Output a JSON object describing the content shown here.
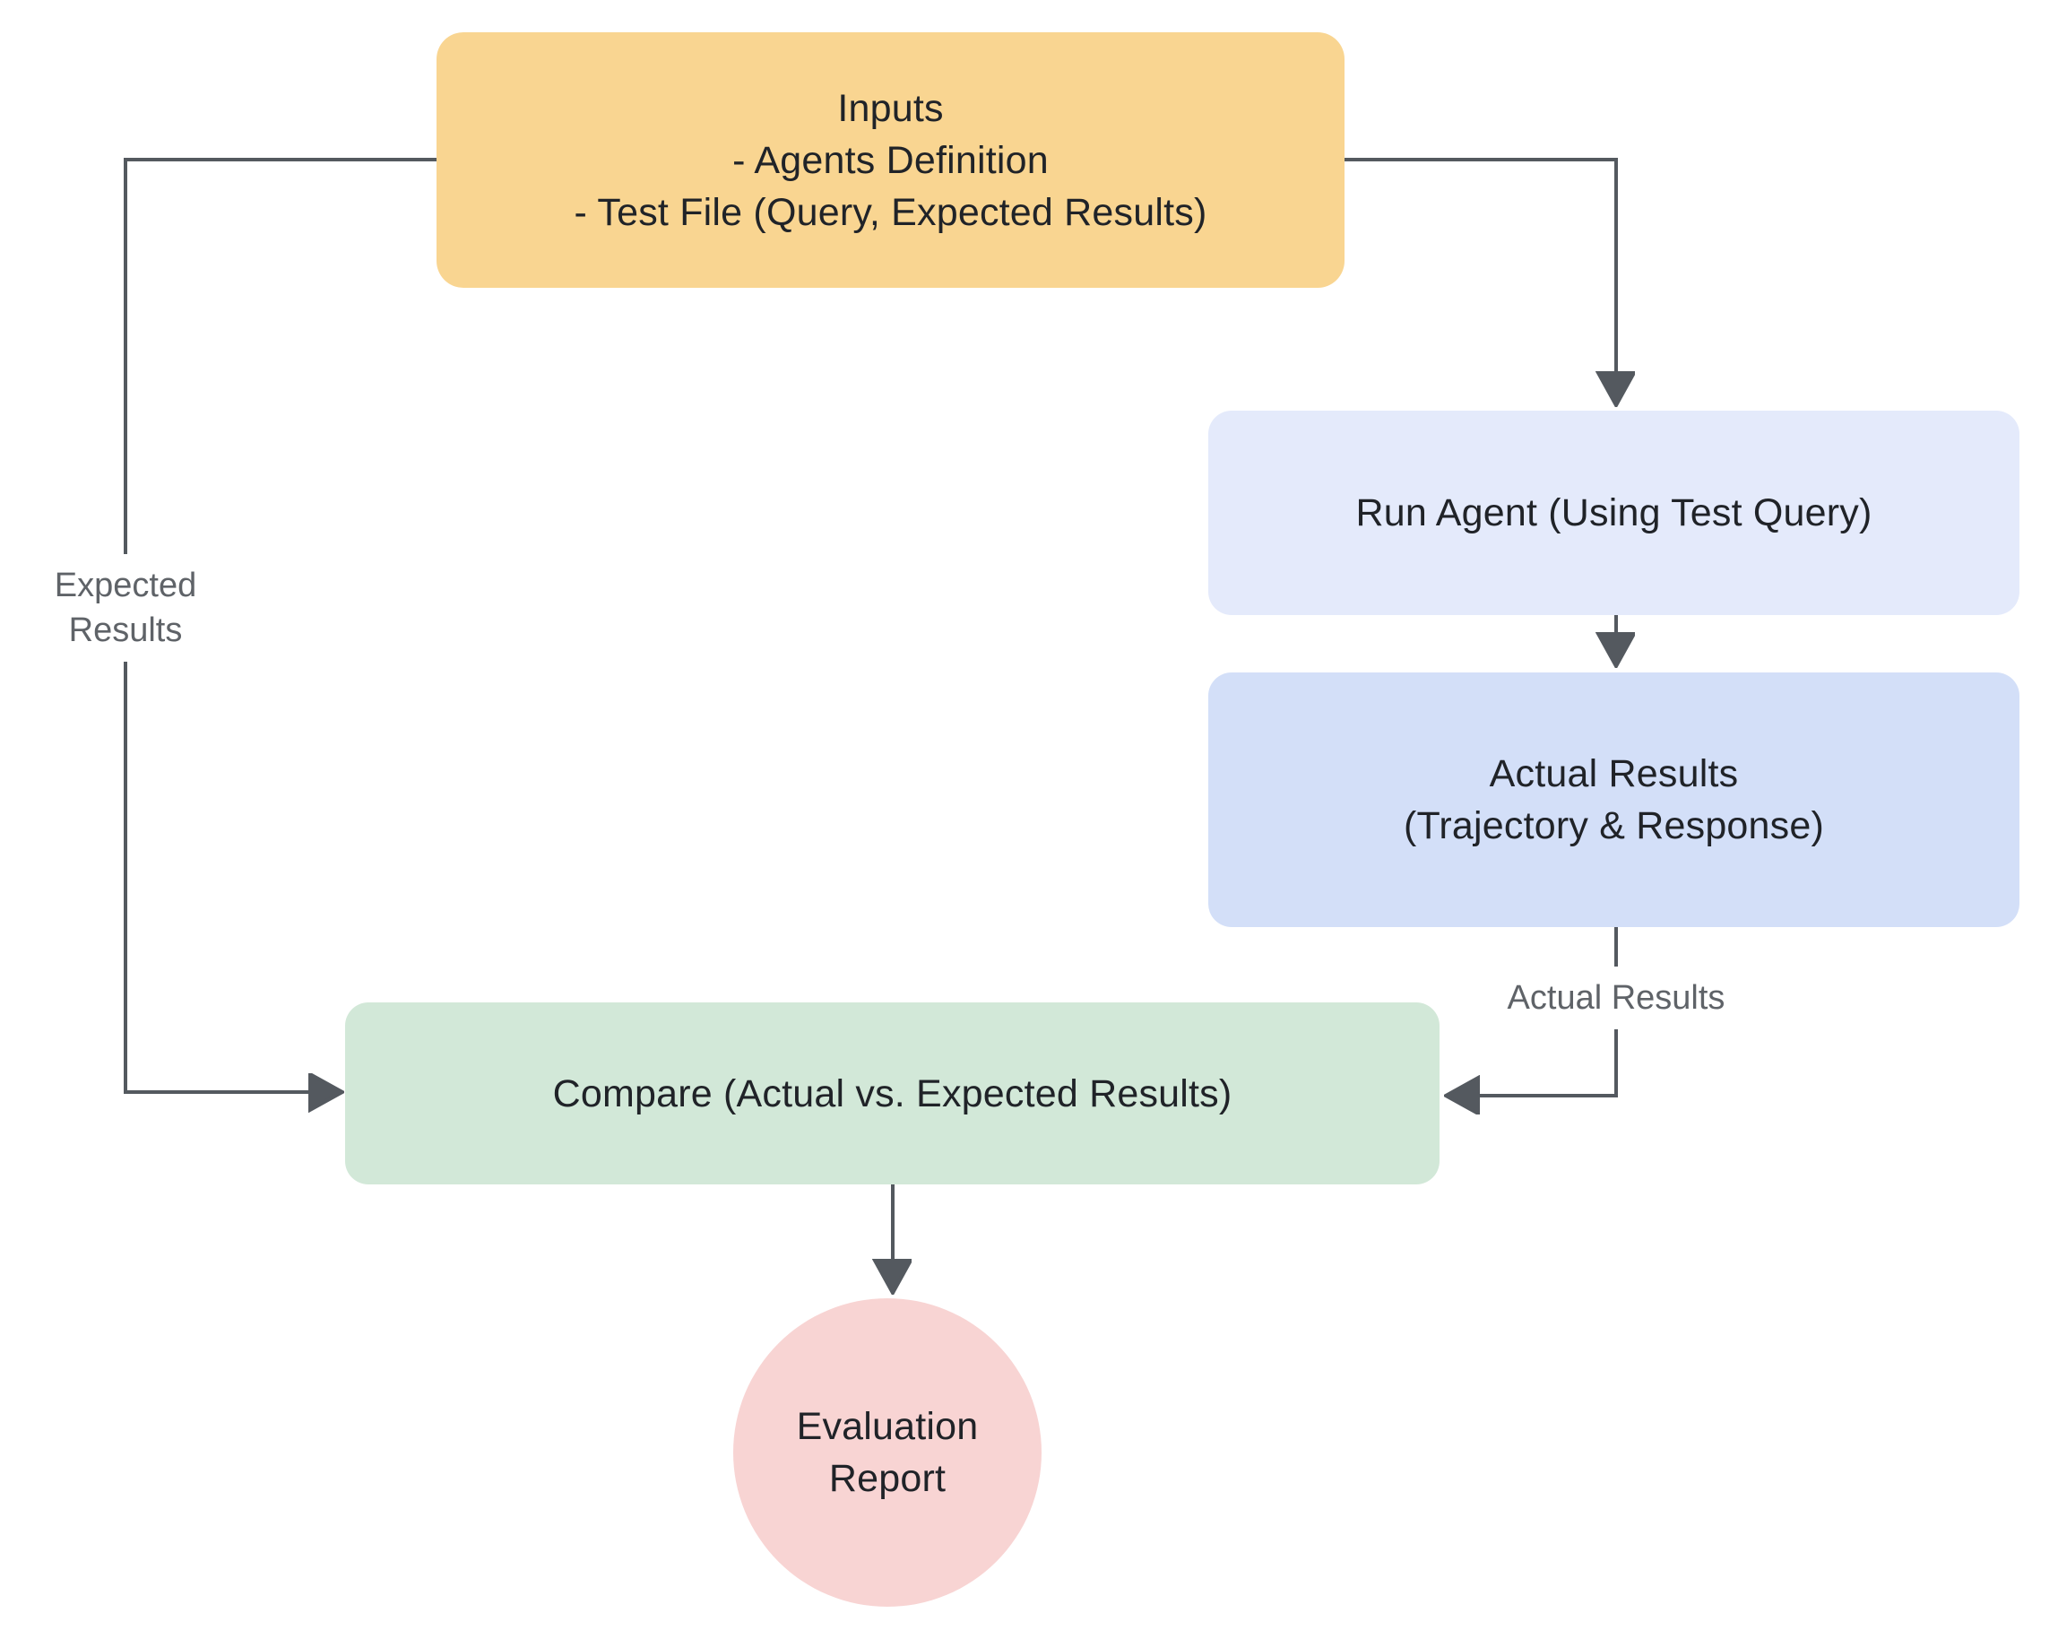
{
  "colors": {
    "background": "#FFFFFF",
    "edge": "#54595F",
    "edge-label-text": "#5F6368",
    "node-text": "#202328",
    "node-inputs-bg": "#F9D591",
    "node-run-agent-bg": "#E4EAFB",
    "node-actual-results-bg": "#D3DFF8",
    "node-compare-bg": "#D2E8D8",
    "node-report-bg": "#F8D4D3"
  },
  "nodes": {
    "inputs": {
      "line1": "Inputs",
      "line2": "- Agents Definition",
      "line3": "- Test File (Query, Expected Results)"
    },
    "run_agent": {
      "line1": "Run Agent (Using Test Query)"
    },
    "actual_results": {
      "line1": "Actual Results",
      "line2": "(Trajectory & Response)"
    },
    "compare": {
      "line1": "Compare (Actual vs. Expected Results)"
    },
    "evaluation_report": {
      "line1": "Evaluation",
      "line2": "Report"
    }
  },
  "edge_labels": {
    "expected_results_line1": "Expected",
    "expected_results_line2": "Results",
    "actual_results": "Actual Results"
  }
}
